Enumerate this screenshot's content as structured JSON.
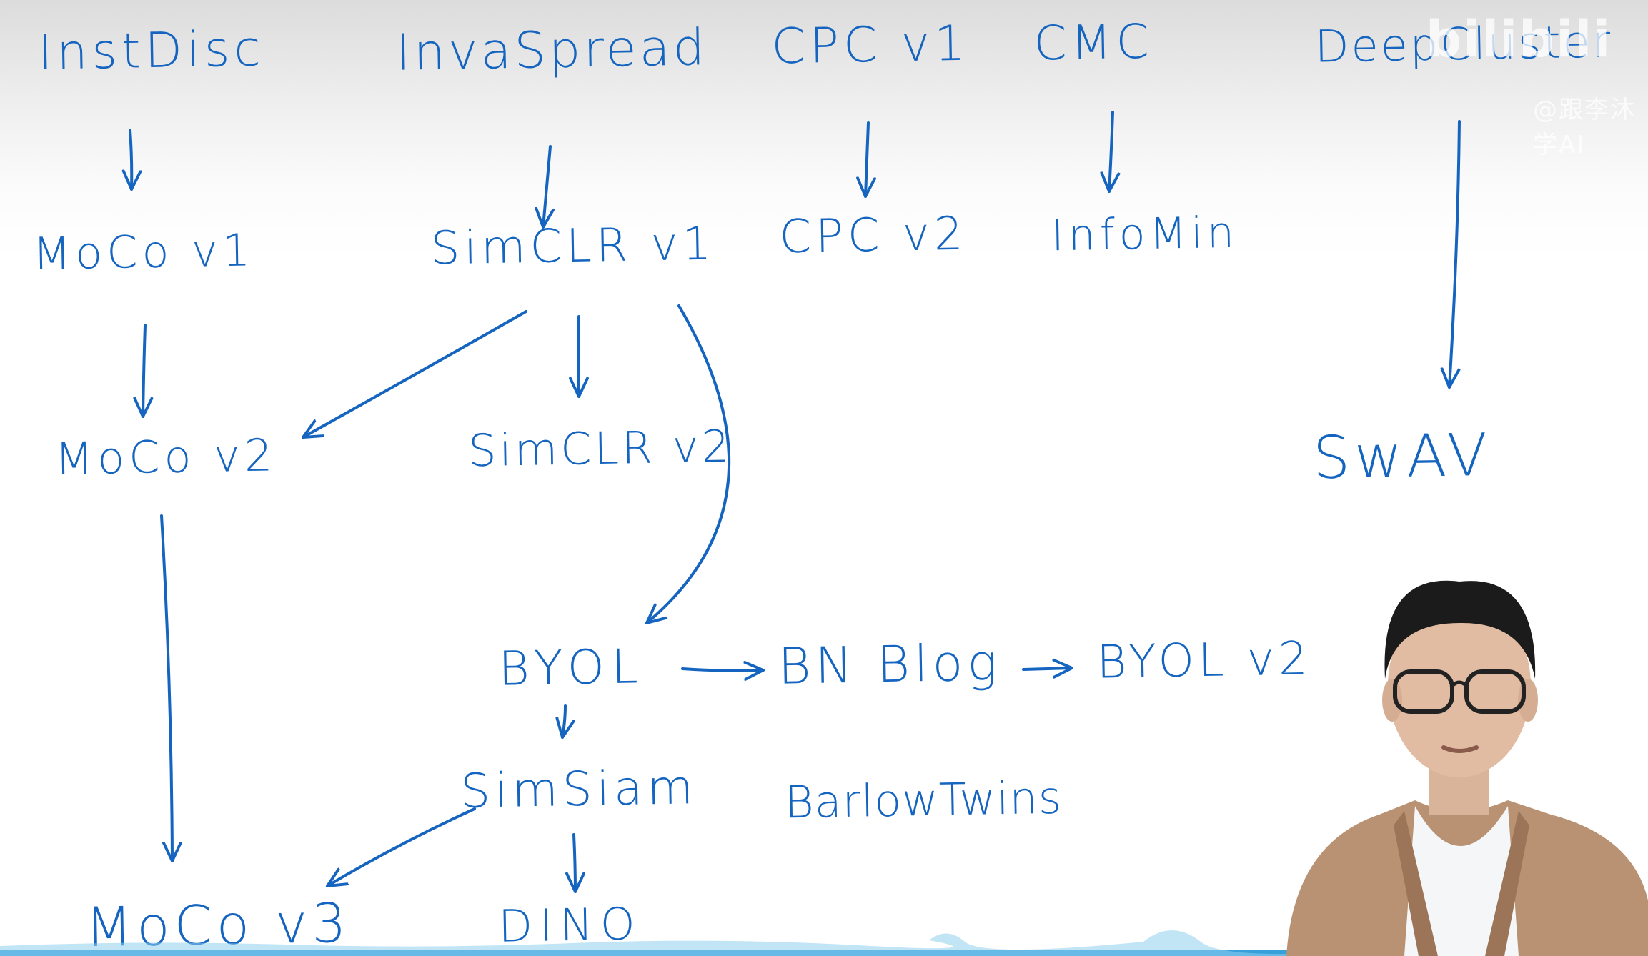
{
  "diagram": {
    "nodes": [
      {
        "id": "instdisc",
        "label": "InstDisc"
      },
      {
        "id": "invaspread",
        "label": "InvaSpread"
      },
      {
        "id": "cpcv1",
        "label": "CPC v1"
      },
      {
        "id": "cmc",
        "label": "CMC"
      },
      {
        "id": "deepcluster",
        "label": "DeepCluster"
      },
      {
        "id": "mocov1",
        "label": "MoCo v1"
      },
      {
        "id": "simclrv1",
        "label": "SimCLR v1"
      },
      {
        "id": "cpcv2",
        "label": "CPC v2"
      },
      {
        "id": "infomin",
        "label": "InfoMin"
      },
      {
        "id": "mocov2",
        "label": "MoCo v2"
      },
      {
        "id": "simclrv2",
        "label": "SimCLR v2"
      },
      {
        "id": "swav",
        "label": "SwAV"
      },
      {
        "id": "byol",
        "label": "BYOL"
      },
      {
        "id": "bnblog",
        "label": "BN Blog"
      },
      {
        "id": "byolv2",
        "label": "BYOL v2"
      },
      {
        "id": "simsiam",
        "label": "SimSiam"
      },
      {
        "id": "barlowtwins",
        "label": "BarlowTwins"
      },
      {
        "id": "mocov3",
        "label": "MoCo v3"
      },
      {
        "id": "dino",
        "label": "DINO"
      }
    ],
    "edges": [
      {
        "from": "instdisc",
        "to": "mocov1"
      },
      {
        "from": "mocov1",
        "to": "mocov2"
      },
      {
        "from": "mocov2",
        "to": "mocov3"
      },
      {
        "from": "invaspread",
        "to": "simclrv1"
      },
      {
        "from": "simclrv1",
        "to": "mocov2"
      },
      {
        "from": "simclrv1",
        "to": "simclrv2"
      },
      {
        "from": "simclrv1",
        "to": "byol"
      },
      {
        "from": "cpcv1",
        "to": "cpcv2"
      },
      {
        "from": "cmc",
        "to": "infomin"
      },
      {
        "from": "deepcluster",
        "to": "swav"
      },
      {
        "from": "byol",
        "to": "bnblog"
      },
      {
        "from": "bnblog",
        "to": "byolv2"
      },
      {
        "from": "byol",
        "to": "simsiam"
      },
      {
        "from": "simsiam",
        "to": "mocov3"
      },
      {
        "from": "simsiam",
        "to": "dino"
      }
    ]
  },
  "watermark": {
    "logo": "bilibili",
    "user": "@跟李沐学AI"
  },
  "colors": {
    "ink": "#1565c0",
    "background": "#ffffff",
    "shirt": "#f4f6f8",
    "jacket": "#b89273"
  }
}
